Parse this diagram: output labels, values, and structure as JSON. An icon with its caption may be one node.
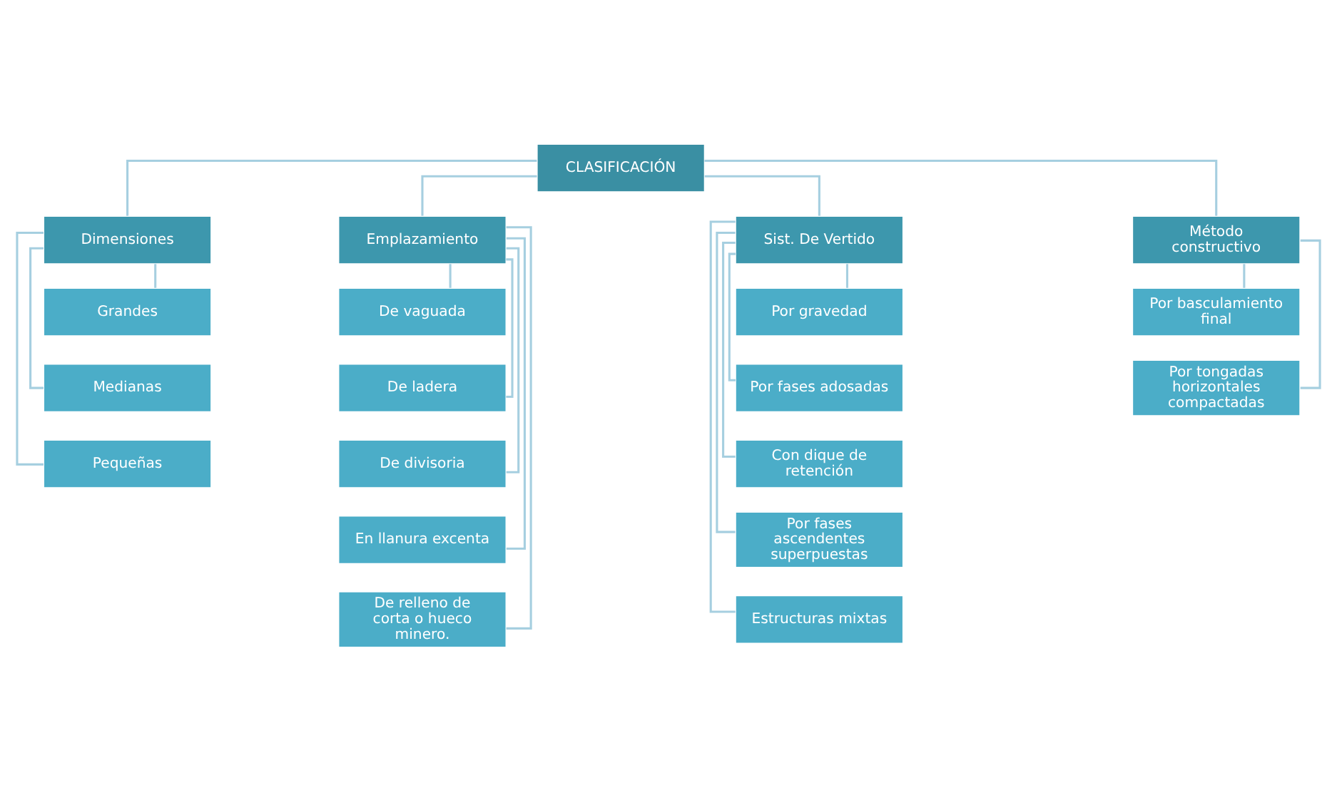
{
  "diagram": {
    "nodes": [
      {
        "text": [
          "CLASIFICACIÓN"
        ]
      },
      {
        "text": [
          "Dimensiones"
        ]
      },
      {
        "text": [
          "Emplazamiento"
        ]
      },
      {
        "text": [
          "Sist. De Vertido"
        ]
      },
      {
        "text": [
          "Método constructivo"
        ]
      },
      {
        "text": [
          "Grandes"
        ]
      },
      {
        "text": [
          "Medianas"
        ]
      },
      {
        "text": [
          "Pequeñas"
        ]
      },
      {
        "text": [
          "De vaguada"
        ]
      },
      {
        "text": [
          "De ladera"
        ]
      },
      {
        "text": [
          "De divisoria"
        ]
      },
      {
        "text": [
          "En llanura excenta"
        ]
      },
      {
        "text": [
          "De relleno de corta o hueco minero."
        ]
      },
      {
        "text": [
          "Por gravedad"
        ]
      },
      {
        "text": [
          "Por fases adosadas"
        ]
      },
      {
        "text": [
          "Con dique de retención"
        ]
      },
      {
        "text": [
          "Por fases ascendentes superpuestas"
        ]
      },
      {
        "text": [
          "Estructuras mixtas"
        ]
      },
      {
        "text": [
          "Por basculamiento final"
        ]
      },
      {
        "text": [
          "Por tongadas horizontales compactadas"
        ]
      }
    ],
    "edges": [
      {
        "from": 0,
        "to": 1,
        "arrow": "none"
      },
      {
        "from": 0,
        "to": 2,
        "arrow": "none"
      },
      {
        "from": 0,
        "to": 3,
        "arrow": "none"
      },
      {
        "from": 0,
        "to": 4,
        "arrow": "none"
      },
      {
        "from": 1,
        "to": 5,
        "arrow": "none"
      },
      {
        "from": 1,
        "to": 6,
        "arrow": "none"
      },
      {
        "from": 1,
        "to": 7,
        "arrow": "none"
      },
      {
        "from": 2,
        "to": 8,
        "arrow": "none"
      },
      {
        "from": 2,
        "to": 9,
        "arrow": "none"
      },
      {
        "from": 2,
        "to": 10,
        "arrow": "none"
      },
      {
        "from": 2,
        "to": 11,
        "arrow": "none"
      },
      {
        "from": 2,
        "to": 12,
        "arrow": "none"
      },
      {
        "from": 3,
        "to": 13,
        "arrow": "none"
      },
      {
        "from": 3,
        "to": 14,
        "arrow": "none"
      },
      {
        "from": 3,
        "to": 15,
        "arrow": "none"
      },
      {
        "from": 3,
        "to": 16,
        "arrow": "none"
      },
      {
        "from": 3,
        "to": 17,
        "arrow": "none"
      },
      {
        "from": 4,
        "to": 18,
        "arrow": "none"
      },
      {
        "from": 4,
        "to": 19,
        "arrow": "none"
      }
    ]
  }
}
